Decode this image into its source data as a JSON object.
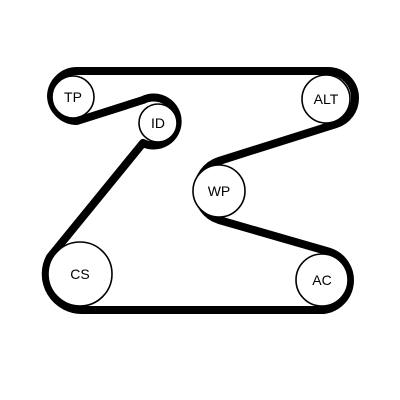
{
  "diagram": {
    "colors": {
      "belt": "#000000",
      "pulley_fill": "#ffffff",
      "pulley_stroke": "#000000",
      "background": "#ffffff"
    },
    "pulleys": {
      "tp": "TP",
      "id": "ID",
      "alt": "ALT",
      "wp": "WP",
      "cs": "CS",
      "ac": "AC"
    }
  }
}
